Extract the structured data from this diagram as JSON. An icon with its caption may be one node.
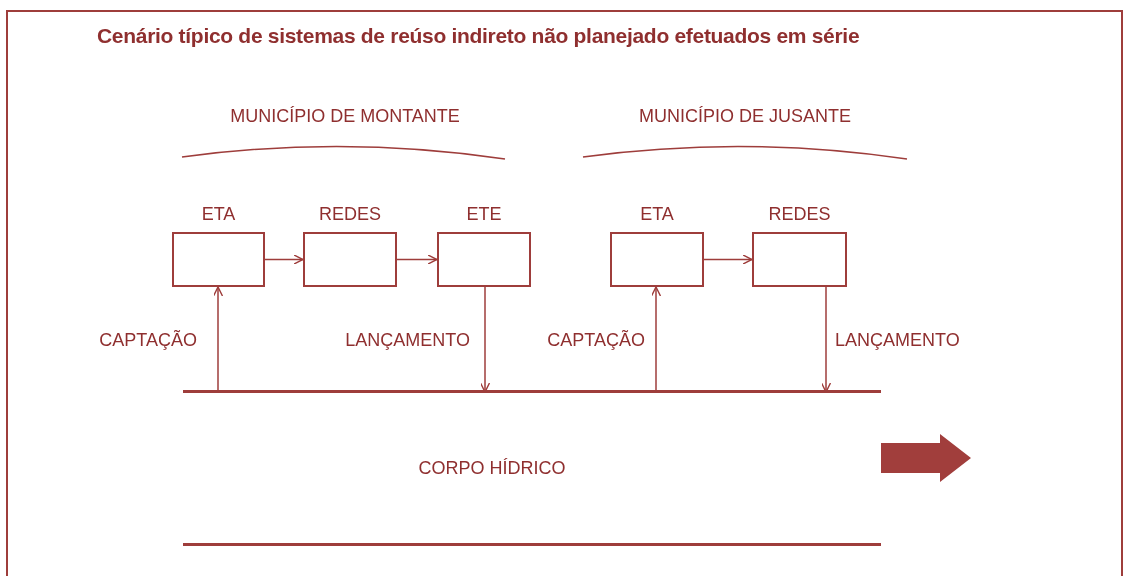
{
  "diagram": {
    "title": "Cenário típico de sistemas de reúso indireto não planejado efetuados em série",
    "nodes": [
      {
        "text": [
          "ETA"
        ]
      },
      {
        "text": [
          "REDES"
        ]
      },
      {
        "text": [
          "ETE"
        ]
      },
      {
        "text": [
          "ETA"
        ]
      },
      {
        "text": [
          "REDES"
        ]
      },
      {
        "text": [
          "CORPO HÍDRICO"
        ]
      }
    ],
    "edges": [
      {
        "from": 0,
        "to": 1,
        "arrow": "to"
      },
      {
        "from": 1,
        "to": 2,
        "arrow": "to"
      },
      {
        "from": 3,
        "to": 4,
        "arrow": "to"
      },
      {
        "from": 5,
        "to": 0,
        "arrow": "to",
        "label": "CAPTAÇÃO"
      },
      {
        "from": 2,
        "to": 5,
        "arrow": "to",
        "label": "LANÇAMENTO"
      },
      {
        "from": 5,
        "to": 3,
        "arrow": "to",
        "label": "CAPTAÇÃO"
      },
      {
        "from": 4,
        "to": 5,
        "arrow": "to",
        "label": "LANÇAMENTO"
      }
    ],
    "labels": [
      "MUNICÍPIO DE MONTANTE",
      "MUNICÍPIO DE JUSANTE"
    ]
  }
}
